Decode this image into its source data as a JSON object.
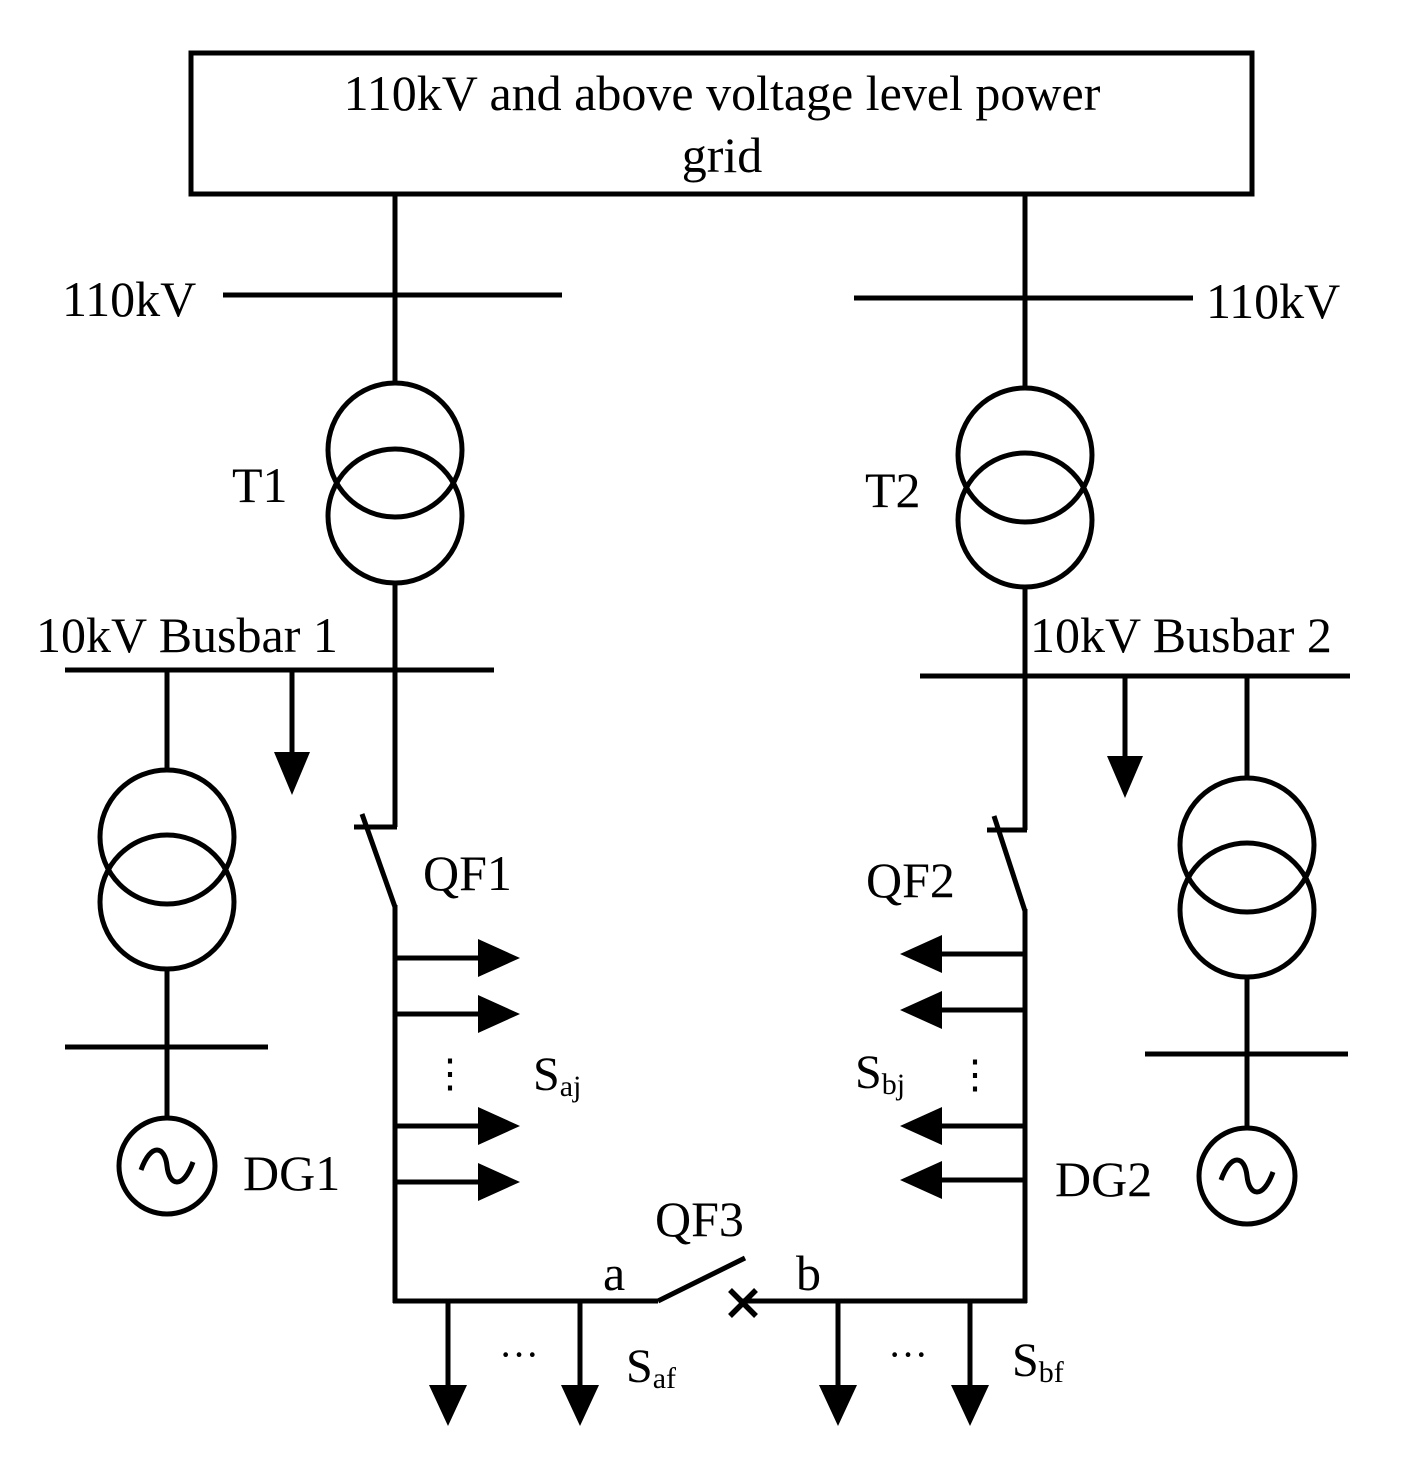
{
  "grid_box": {
    "line1": "110kV and above voltage level power",
    "line2": "grid"
  },
  "labels": {
    "hv_left": "110kV",
    "hv_right": "110kV",
    "t1": "T1",
    "t2": "T2",
    "busbar1": "10kV Busbar 1",
    "busbar2": "10kV Busbar 2",
    "qf1": "QF1",
    "qf2": "QF2",
    "qf3": "QF3",
    "dg1": "DG1",
    "dg2": "DG2",
    "point_a": "a",
    "point_b": "b",
    "saj_main": "S",
    "saj_sub": "aj",
    "sbj_main": "S",
    "sbj_sub": "bj",
    "saf_main": "S",
    "saf_sub": "af",
    "sbf_main": "S",
    "sbf_sub": "bf",
    "vdots": "⋮",
    "hdots": "···"
  },
  "colors": {
    "line": "#000000",
    "background": "#ffffff"
  }
}
